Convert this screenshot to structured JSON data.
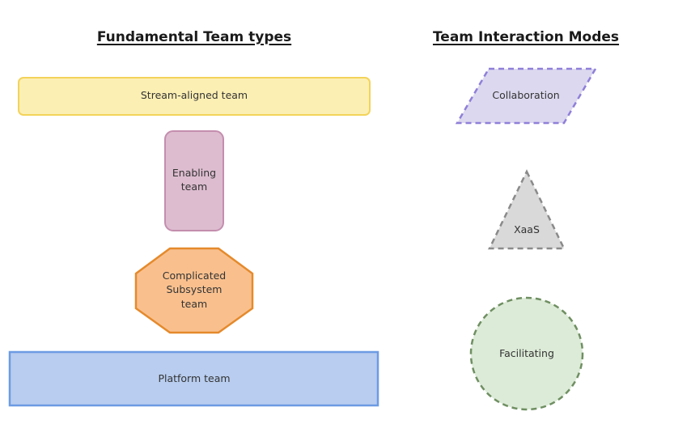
{
  "headings": {
    "team_types": "Fundamental Team types",
    "interaction_modes": "Team Interaction Modes"
  },
  "team_types": {
    "stream_aligned": "Stream-aligned team",
    "enabling_line1": "Enabling",
    "enabling_line2": "team",
    "complicated_line1": "Complicated",
    "complicated_line2": "Subsystem",
    "complicated_line3": "team",
    "platform": "Platform team"
  },
  "interaction_modes": {
    "collaboration": "Collaboration",
    "xaas": "XaaS",
    "facilitating": "Facilitating"
  },
  "colors": {
    "stream_fill": "#fcefb4",
    "stream_stroke": "#f3d35a",
    "enabling_fill": "#ddbccf",
    "enabling_stroke": "#c48eae",
    "complicated_fill": "#f9c08e",
    "complicated_stroke": "#e58a2c",
    "platform_fill": "#b8cdef",
    "platform_stroke": "#6c9be4",
    "collaboration_fill": "#dcd8ef",
    "collaboration_stroke": "#8f7fd9",
    "xaas_fill": "#d9d9d9",
    "xaas_stroke": "#8a8a8a",
    "facilitating_fill": "#dcebd7",
    "facilitating_stroke": "#6f8f62"
  }
}
